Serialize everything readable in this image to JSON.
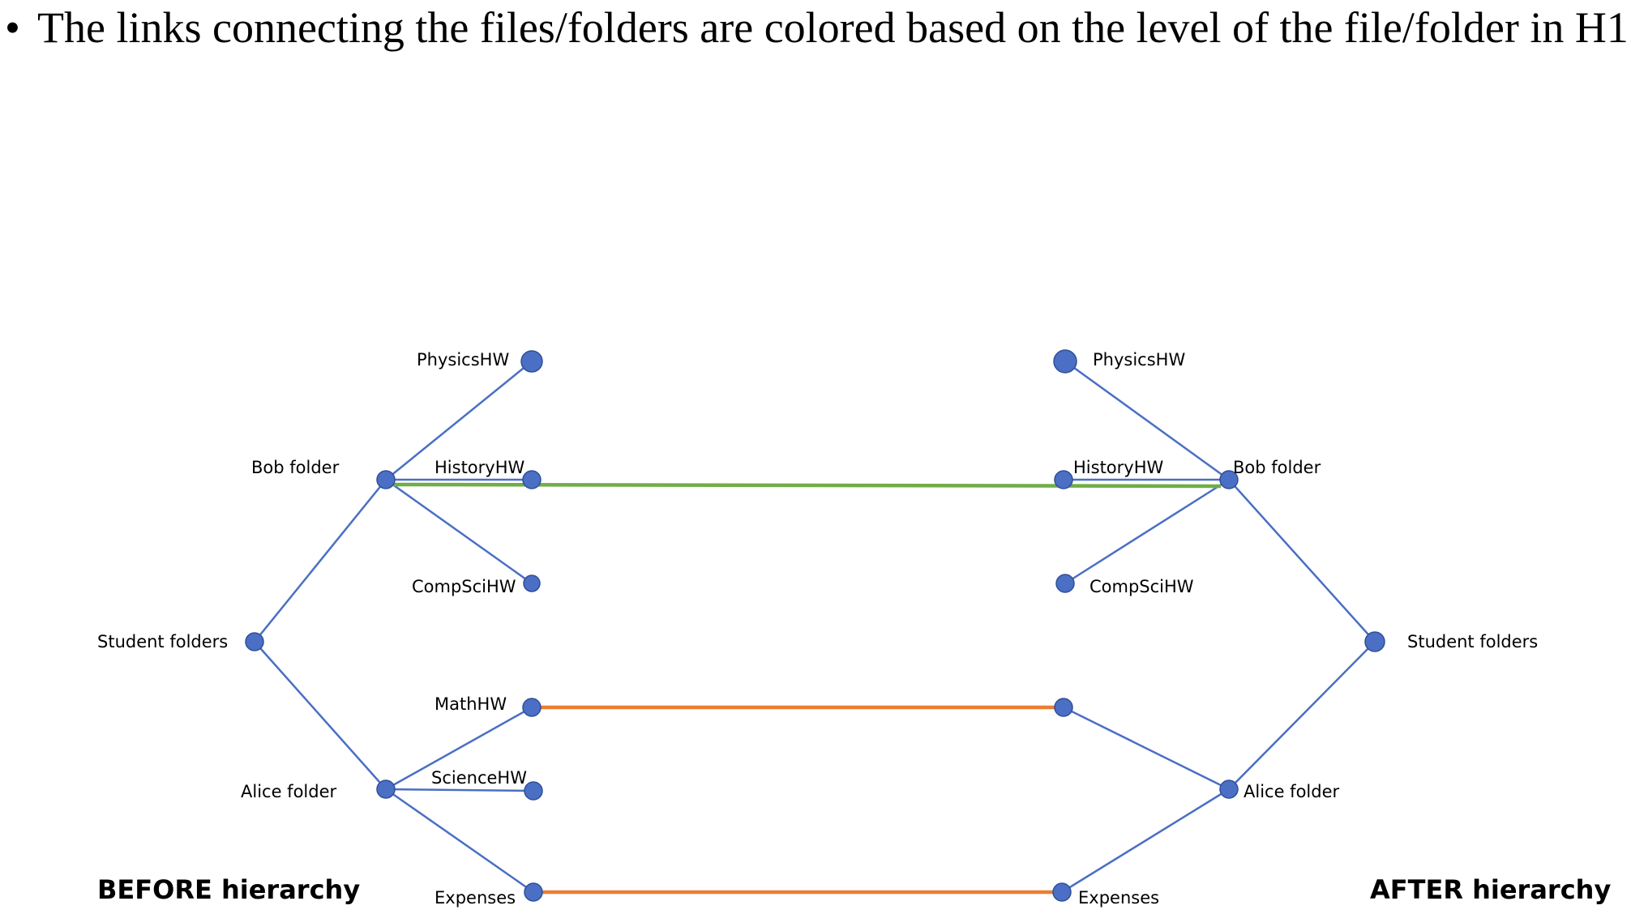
{
  "bullet": {
    "symbol": "•",
    "text": "The links connecting the files/folders are colored based on the level of the file/folder in H1."
  },
  "colors": {
    "tree_edge": "#4a6fc4",
    "node_fill": "#4a6fc4",
    "node_stroke": "#2f4f99",
    "level1_link": "#70ad47",
    "level2_link": "#ed7d31"
  },
  "before": {
    "heading": "BEFORE hierarchy",
    "root": "Student folders",
    "bob": "Bob folder",
    "alice": "Alice folder",
    "physics": "PhysicsHW",
    "history": "HistoryHW",
    "compsci": "CompSciHW",
    "math": "MathHW",
    "science": "ScienceHW",
    "expenses": "Expenses"
  },
  "after": {
    "heading": "AFTER hierarchy",
    "root": "Student folders",
    "bob": "Bob folder",
    "alice": "Alice folder",
    "physics": "PhysicsHW",
    "history": "HistoryHW",
    "compsci": "CompSciHW",
    "expenses": "Expenses"
  }
}
